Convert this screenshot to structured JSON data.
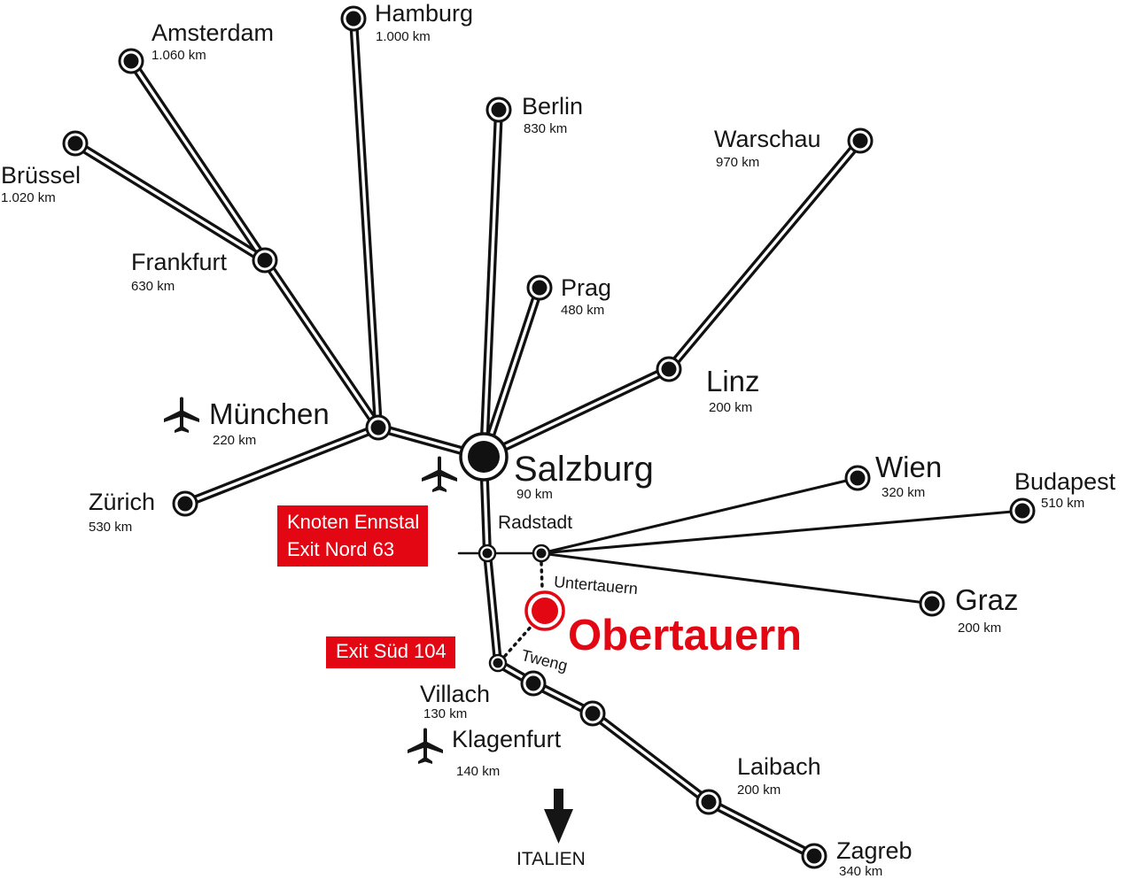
{
  "cities": {
    "amsterdam": {
      "name": "Amsterdam",
      "distance": "1.060 km"
    },
    "hamburg": {
      "name": "Hamburg",
      "distance": "1.000 km"
    },
    "berlin": {
      "name": "Berlin",
      "distance": "830 km"
    },
    "warschau": {
      "name": "Warschau",
      "distance": "970 km"
    },
    "bruessel": {
      "name": "Brüssel",
      "distance": "1.020 km"
    },
    "frankfurt": {
      "name": "Frankfurt",
      "distance": "630 km"
    },
    "prag": {
      "name": "Prag",
      "distance": "480 km"
    },
    "linz": {
      "name": "Linz",
      "distance": "200 km"
    },
    "muenchen": {
      "name": "München",
      "distance": "220 km"
    },
    "salzburg": {
      "name": "Salzburg",
      "distance": "90 km"
    },
    "zuerich": {
      "name": "Zürich",
      "distance": "530 km"
    },
    "wien": {
      "name": "Wien",
      "distance": "320 km"
    },
    "budapest": {
      "name": "Budapest",
      "distance": "510 km"
    },
    "graz": {
      "name": "Graz",
      "distance": "200 km"
    },
    "villach": {
      "name": "Villach",
      "distance": "130 km"
    },
    "klagenfurt": {
      "name": "Klagenfurt",
      "distance": "140 km"
    },
    "laibach": {
      "name": "Laibach",
      "distance": "200 km"
    },
    "zagreb": {
      "name": "Zagreb",
      "distance": "340 km"
    }
  },
  "places": {
    "radstadt": "Radstadt",
    "untertauern": "Untertauern",
    "tweng": "Tweng"
  },
  "destination": "Obertauern",
  "exits": {
    "nord_line1": "Knoten Ennstal",
    "nord_line2": "Exit Nord 63",
    "sued": "Exit Süd 104"
  },
  "south_direction": "ITALIEN",
  "colors": {
    "accent": "#e30613",
    "road": "#111111",
    "background": "#ffffff"
  },
  "icons": [
    "airplane-icon",
    "arrow-down-icon"
  ]
}
